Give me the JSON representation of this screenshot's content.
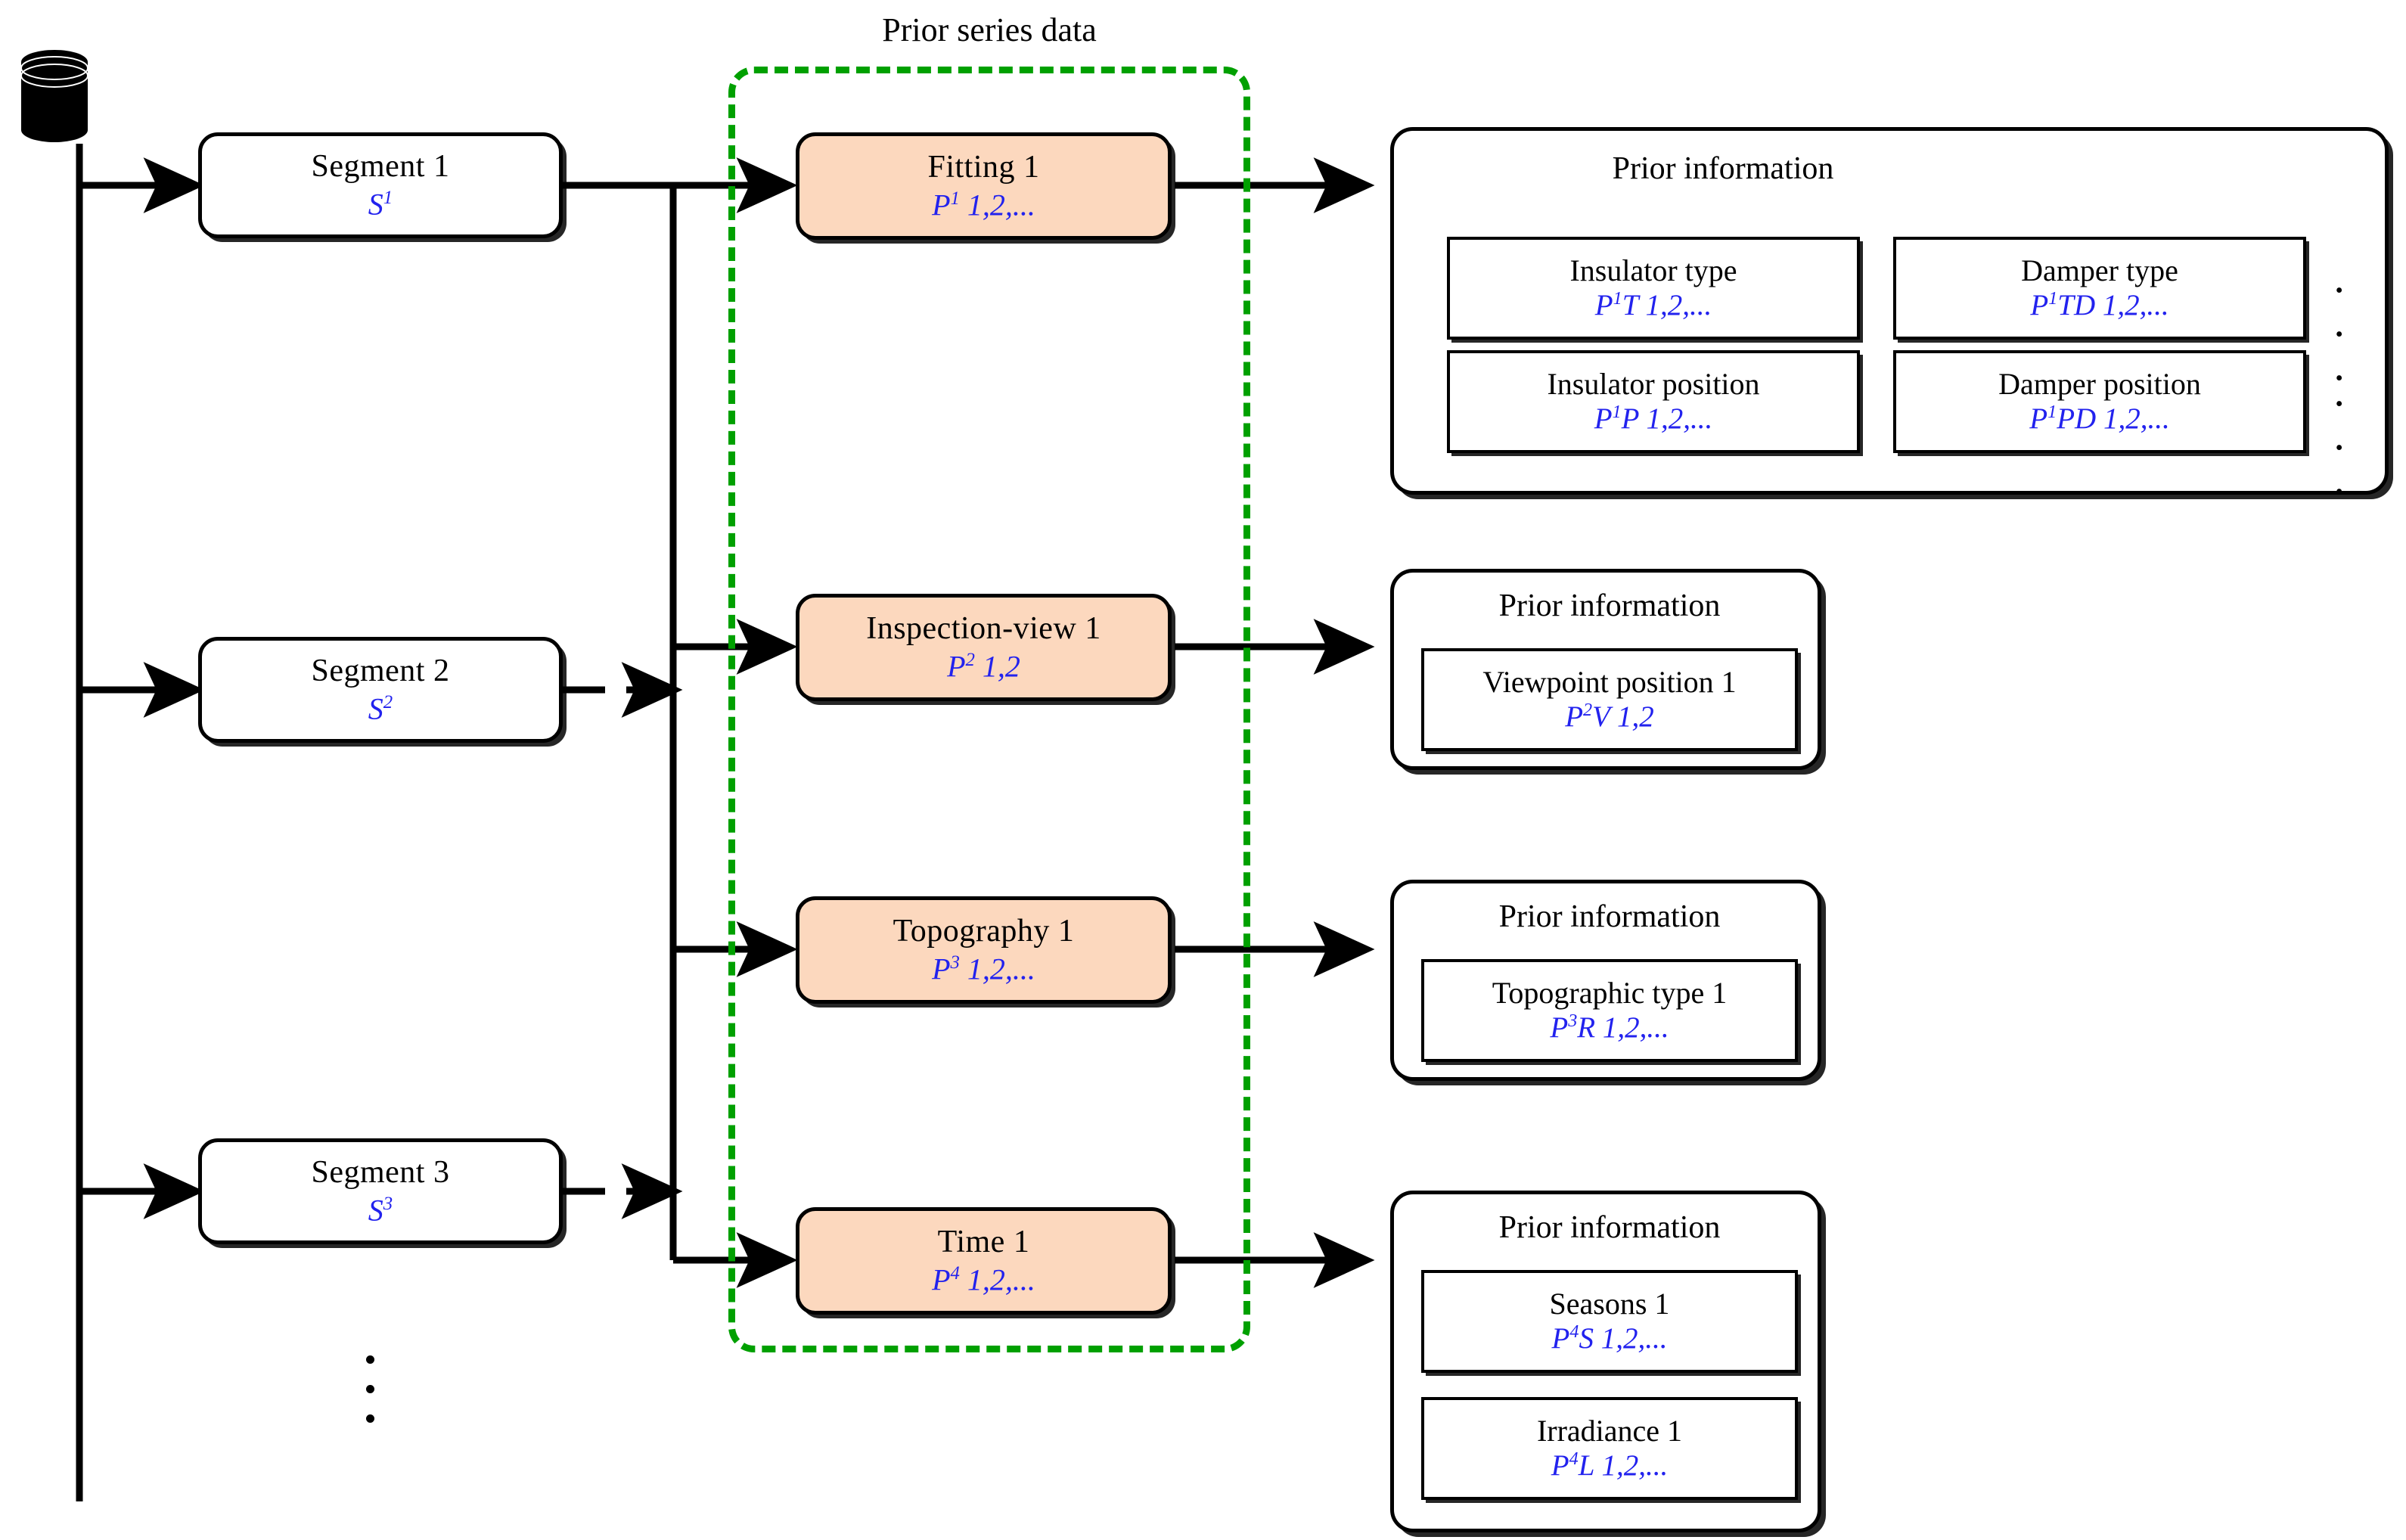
{
  "diagram": {
    "title_group": "Prior series  data",
    "source_icon": "database-cylinder-icon"
  },
  "segments": [
    {
      "label": "Segment  1",
      "symbol": "S",
      "sup": "1"
    },
    {
      "label": "Segment 2",
      "symbol": "S",
      "sup": "2"
    },
    {
      "label": "Segment  3",
      "symbol": "S",
      "sup": "3"
    }
  ],
  "segments_more": "⋮",
  "prior_series": [
    {
      "label": "Fitting 1",
      "symbol": "P",
      "sup": "1",
      "indices": " 1,2,..."
    },
    {
      "label": "Inspection-view  1",
      "symbol": "P",
      "sup": "2",
      "indices": " 1,2"
    },
    {
      "label": "Topography  1",
      "symbol": "P",
      "sup": "3",
      "indices": " 1,2,..."
    },
    {
      "label": "Time 1",
      "symbol": "P",
      "sup": "4",
      "indices": " 1,2,..."
    }
  ],
  "panels": [
    {
      "title": "Prior information",
      "cells": [
        {
          "label": "Insulator type",
          "symbol": "P",
          "sup": "1",
          "tail": "T  1,2,..."
        },
        {
          "label": "Damper type",
          "symbol": "P",
          "sup": "1",
          "tail": "TD  1,2,..."
        },
        {
          "label": "Insulator position",
          "symbol": "P",
          "sup": "1",
          "tail": "P  1,2,..."
        },
        {
          "label": "Damper position",
          "symbol": "P",
          "sup": "1",
          "tail": "PD  1,2,..."
        }
      ],
      "more_top": "· · ·",
      "more_bottom": "· · ·"
    },
    {
      "title": "Prior information",
      "cells": [
        {
          "label": "Viewpoint position 1",
          "symbol": "P",
          "sup": "2",
          "tail": "V 1,2"
        }
      ]
    },
    {
      "title": "Prior information",
      "cells": [
        {
          "label": "Topographic type 1",
          "symbol": "P",
          "sup": "3",
          "tail": "R 1,2,..."
        }
      ]
    },
    {
      "title": "Prior information",
      "cells": [
        {
          "label": "Seasons 1",
          "symbol": "P",
          "sup": "4",
          "tail": "S 1,2,..."
        },
        {
          "label": "Irradiance 1",
          "symbol": "P",
          "sup": "4",
          "tail": "L 1,2,..."
        }
      ]
    }
  ],
  "colors": {
    "node_fill": "#fcd8be",
    "group_stroke": "#00a000",
    "symbol_text": "#2222ee",
    "line": "#000000"
  }
}
